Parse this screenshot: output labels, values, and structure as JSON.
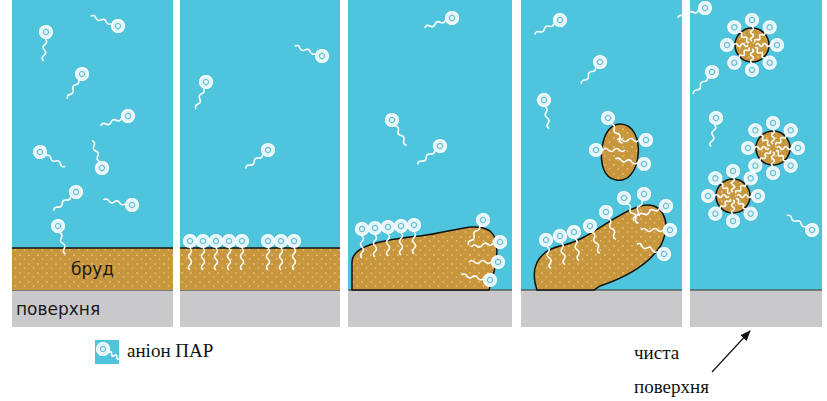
{
  "diagram": {
    "nodes": [
      {
        "text": [
          "бруд"
        ]
      },
      {
        "text": [
          "поверхня"
        ]
      }
    ],
    "labels": [
      "чиста поверхня"
    ],
    "legend": [
      {
        "text": "аніон ПАР"
      }
    ]
  }
}
